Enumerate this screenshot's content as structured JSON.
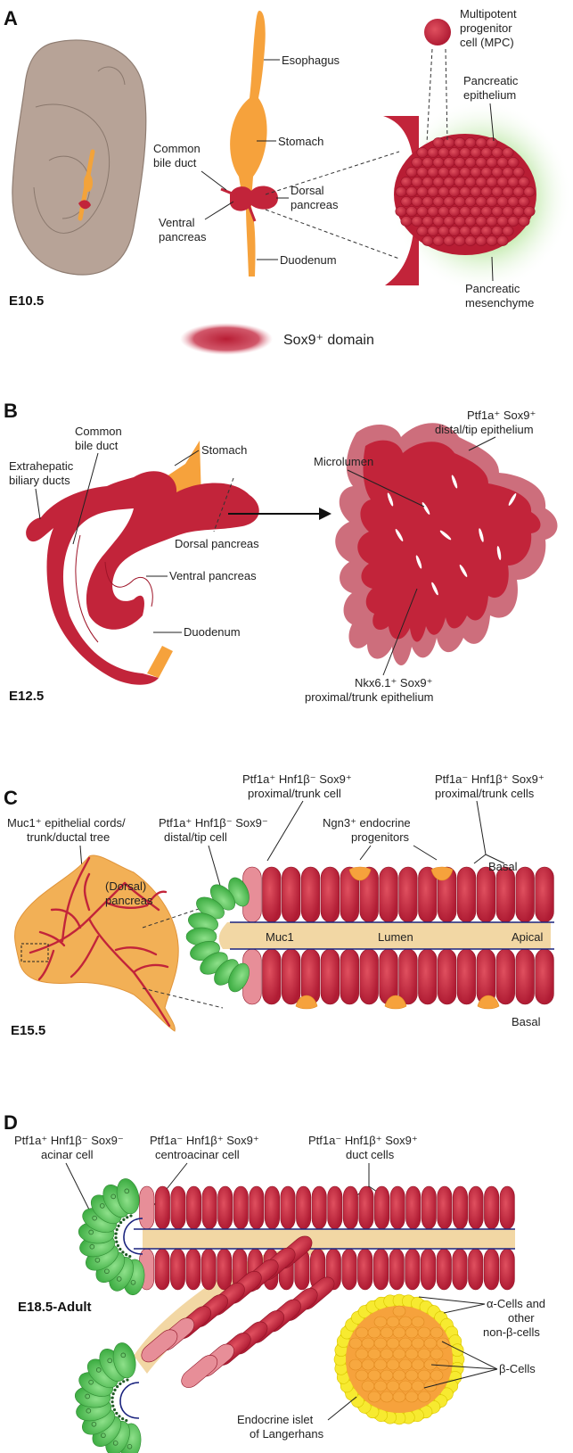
{
  "panels": {
    "A": {
      "letter": "A",
      "stage": "E10.5",
      "labels": {
        "mpc_1": "Multipotent",
        "mpc_2": "progenitor",
        "mpc_3": "cell (MPC)",
        "esophagus": "Esophagus",
        "pe_1": "Pancreatic",
        "pe_2": "epithelium",
        "stomach": "Stomach",
        "cbd_1": "Common",
        "cbd_2": "bile duct",
        "dp_1": "Dorsal",
        "dp_2": "pancreas",
        "vp_1": "Ventral",
        "vp_2": "pancreas",
        "duodenum": "Duodenum",
        "pm_1": "Pancreatic",
        "pm_2": "mesenchyme"
      },
      "legend": "Sox9⁺ domain"
    },
    "B": {
      "letter": "B",
      "stage": "E12.5",
      "labels": {
        "tip_1": "Ptf1a⁺ Sox9⁺",
        "tip_2": "distal/tip epithelium",
        "cbd_1": "Common",
        "cbd_2": "bile duct",
        "stomach": "Stomach",
        "ebd_1": "Extrahepatic",
        "ebd_2": "biliary ducts",
        "microlumen": "Microlumen",
        "dorsal": "Dorsal pancreas",
        "ventral": "Ventral pancreas",
        "duodenum": "Duodenum",
        "trunk_1": "Nkx6.1⁺ Sox9⁺",
        "trunk_2": "proximal/trunk epithelium"
      }
    },
    "C": {
      "letter": "C",
      "stage": "E15.5",
      "labels": {
        "ptc_1": "Ptf1a⁺ Hnf1β⁻ Sox9⁺",
        "ptc_2": "proximal/trunk cell",
        "ptcs_1": "Ptf1a⁻ Hnf1β⁺ Sox9⁺",
        "ptcs_2": "proximal/trunk cells",
        "muc_1": "Muc1⁺ epithelial cords/",
        "muc_2": "trunk/ductal tree",
        "tip_1": "Ptf1a⁺ Hnf1β⁻ Sox9⁻",
        "tip_2": "distal/tip cell",
        "ngn_1": "Ngn3⁺ endocrine",
        "ngn_2": "progenitors",
        "dors_1": "(Dorsal)",
        "dors_2": "pancreas",
        "basal_top": "Basal",
        "muc1": "Muc1",
        "lumen": "Lumen",
        "apical": "Apical",
        "basal_bottom": "Basal"
      }
    },
    "D": {
      "letter": "D",
      "stage": "E18.5-Adult",
      "labels": {
        "acinar_1": "Ptf1a⁺ Hnf1β⁻ Sox9⁻",
        "acinar_2": "acinar cell",
        "centro_1": "Ptf1a⁻ Hnf1β⁺ Sox9⁺",
        "centro_2": "centroacinar cell",
        "duct_1": "Ptf1a⁻ Hnf1β⁺ Sox9⁺",
        "duct_2": "duct cells",
        "alpha_1": "α-Cells and",
        "alpha_2": "other",
        "alpha_3": "non-β-cells",
        "beta": "β-Cells",
        "islet_1": "Endocrine islet",
        "islet_2": "of Langerhans"
      }
    }
  },
  "colors": {
    "red": "#c2243a",
    "red_dark": "#8f1426",
    "pink": "#e6a2aa",
    "orange": "#f6a23c",
    "green": "#5cc05c",
    "yellow": "#f4e000",
    "mesenchyme": "#d8f2c8",
    "lumen": "#f2d7a4",
    "embryo": "#b8a496",
    "membrane": "#1a237e"
  }
}
